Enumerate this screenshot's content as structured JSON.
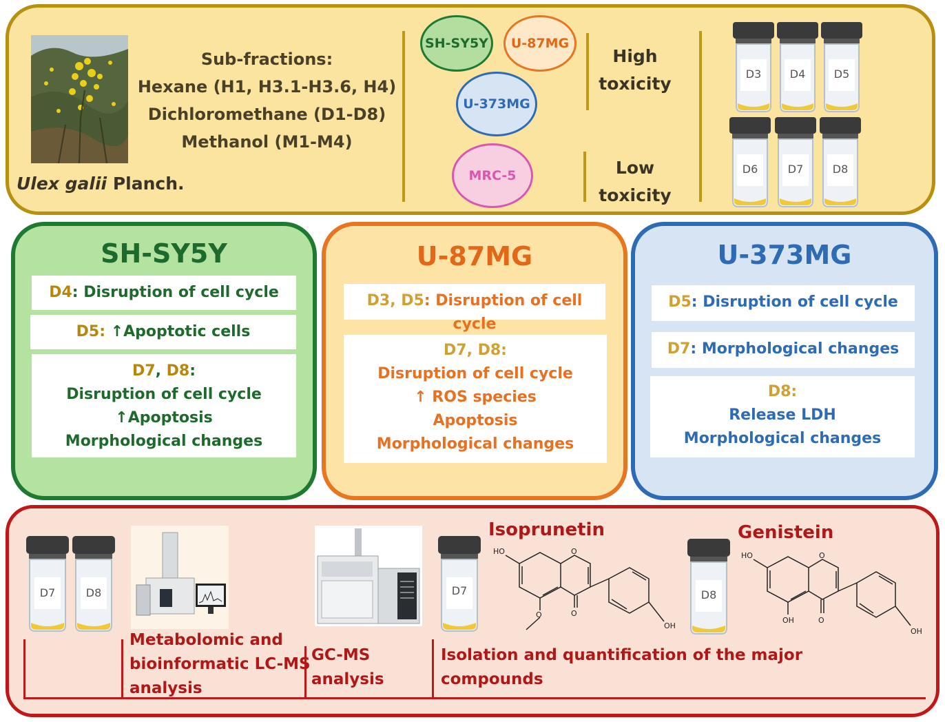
{
  "top": {
    "subfractions": [
      "Sub-fractions:",
      "Hexane (H1, H3.1-H3.6, H4)",
      "Dichloromethane (D1-D8)",
      "Methanol (M1-M4)"
    ],
    "species_italic": "Ulex galii",
    "species_author": " Planch.",
    "cell_lines": [
      "SH-SY5Y",
      "U-87MG",
      "U-373MG",
      "MRC-5"
    ],
    "high_toxicity": [
      "High",
      "toxicity"
    ],
    "low_toxicity": [
      "Low",
      "toxicity"
    ],
    "vials_row1": [
      "D3",
      "D4",
      "D5"
    ],
    "vials_row2": [
      "D6",
      "D7",
      "D8"
    ]
  },
  "panels": {
    "shsy5y": {
      "title": "SH-SY5Y",
      "box1_code": "D4",
      "box1_text": ": Disruption of cell cycle",
      "box2_code": "D5",
      "box2_sep": ": ",
      "box2_arrow": "↑",
      "box2_text": "Apoptotic cells",
      "box3_codes": [
        "D7",
        ", ",
        "D8",
        ":"
      ],
      "box3_lines": [
        "Disruption of cell cycle",
        "Apoptosis",
        "Morphological changes"
      ],
      "box3_arrow": "↑"
    },
    "u87": {
      "title": "U-87MG",
      "box1_code": "D3, D5",
      "box1_text": ": Disruption of cell cycle",
      "box2_head": "D7, D8:",
      "box2_lines": [
        "Disruption of cell cycle",
        "ROS species",
        "Apoptosis",
        "Morphological changes"
      ],
      "arrow": "↑"
    },
    "u373": {
      "title": "U-373MG",
      "box1_code": "D5",
      "box1_text": ": Disruption of cell cycle",
      "box2_code": "D7",
      "box2_text": ": Morphological changes",
      "box3_head": "D8:",
      "box3_lines": [
        "Release LDH",
        "Morphological changes"
      ]
    }
  },
  "bottom": {
    "vials_a": [
      "D7",
      "D8"
    ],
    "lcms": [
      "Metabolomic and",
      "bioinformatic LC-MS",
      "analysis"
    ],
    "gcms": [
      "GC-MS",
      "analysis"
    ],
    "vial_b": "D7",
    "vial_c": "D8",
    "isolation": [
      "Isolation and quantification of the major",
      "compounds"
    ],
    "compound1": "Isoprunetin",
    "compound2": "Genistein",
    "struct_labels": {
      "ho": "HO",
      "oh": "OH",
      "o": "O"
    }
  },
  "colors": {
    "top_fill": "#fbe4a0",
    "top_border": "#b8900f",
    "green": "#1e7a32",
    "green_fill": "#b4e2a0",
    "orange": "#e87520",
    "orange_fill": "#fde4a6",
    "blue": "#2e6bb5",
    "blue_fill": "#d6e4f4",
    "gold_text": "#b8860b",
    "red": "#c01818",
    "red_fill": "#fae1d6"
  }
}
